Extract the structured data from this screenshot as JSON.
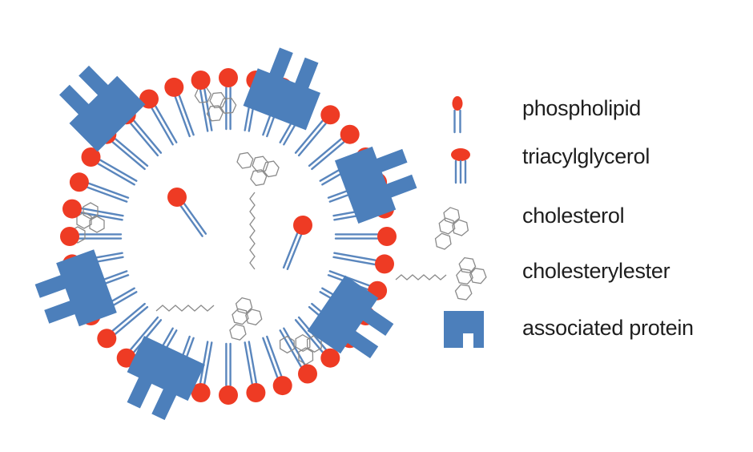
{
  "colors": {
    "head_red": "#ee3b24",
    "tail_blue": "#5a86bd",
    "protein_blue": "#4c7fbb",
    "molecule_gray": "#8a8a8a",
    "label_text": "#1e1e1e"
  },
  "legend": {
    "phospholipid": "phospholipid",
    "triacylglycerol": "triacylglycerol",
    "cholesterol": "cholesterol",
    "cholesterylester": "cholesterylester",
    "associated_protein": "associated protein"
  }
}
